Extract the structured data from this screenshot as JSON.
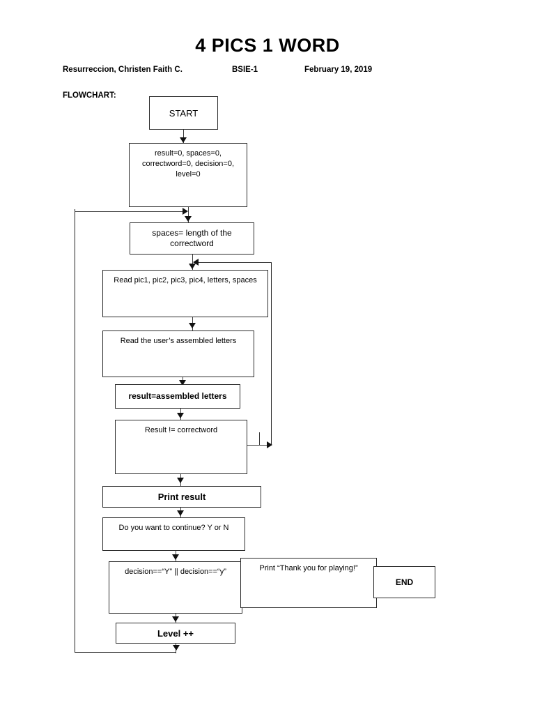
{
  "document": {
    "title": "4 PICS 1 WORD",
    "author": "Resurreccion, Christen Faith C.",
    "section": "BSIE-1",
    "date": "February 19, 2019",
    "section_label": "FLOWCHART:"
  },
  "flowchart": {
    "nodes": [
      {
        "id": "start",
        "label": "START"
      },
      {
        "id": "init",
        "label": "result=0, spaces=0,\ncorrectword=0, decision=0,\nlevel=0"
      },
      {
        "id": "spaces",
        "label": "spaces= length of the\ncorrectword"
      },
      {
        "id": "read-pics",
        "label": "Read pic1, pic2, pic3, pic4, letters, spaces"
      },
      {
        "id": "read-user",
        "label": "Read the user’s assembled letters"
      },
      {
        "id": "result-assign",
        "label": "result=assembled letters"
      },
      {
        "id": "check-result",
        "label": "Result != correctword"
      },
      {
        "id": "print-result",
        "label": "Print result"
      },
      {
        "id": "continue",
        "label": "Do you want to continue? Y or N"
      },
      {
        "id": "decision",
        "label": "decision==“Y” || decision==“y”"
      },
      {
        "id": "thank-you",
        "label": "Print “Thank you for playing!”"
      },
      {
        "id": "end",
        "label": "END"
      },
      {
        "id": "level-up",
        "label": "Level ++"
      }
    ]
  }
}
